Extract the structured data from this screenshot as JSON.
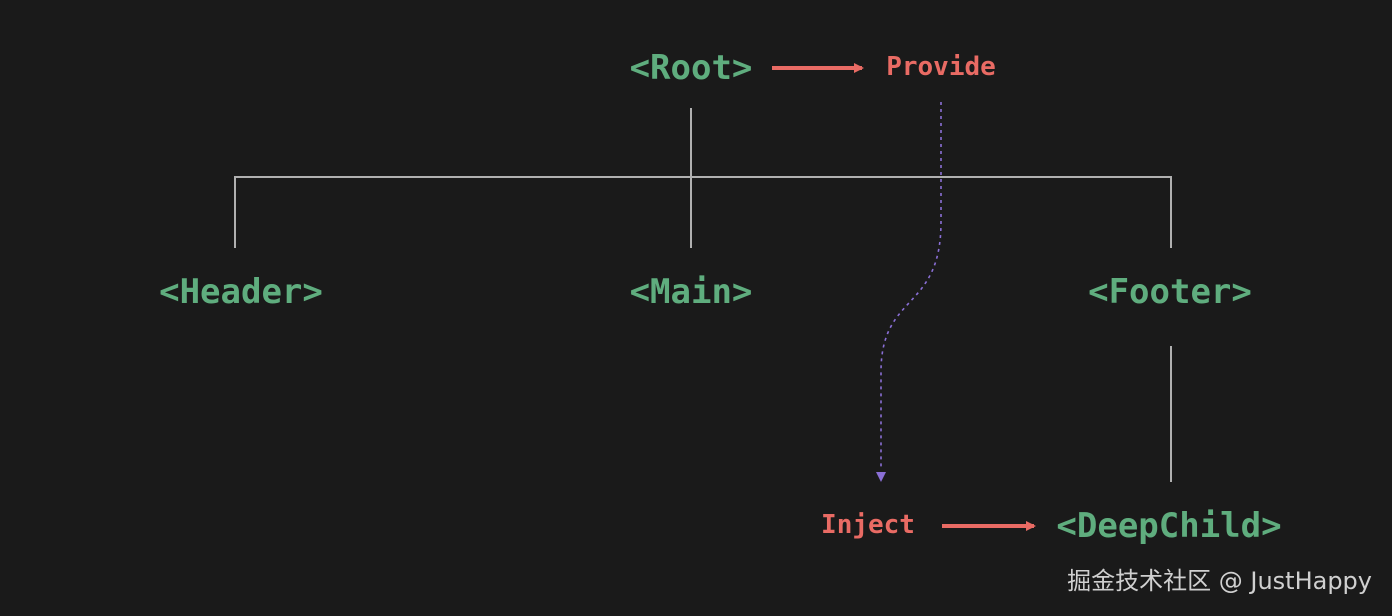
{
  "colors": {
    "background": "#1a1a1a",
    "component": "#5fad7e",
    "accent": "#e96b64",
    "tree_line": "#b0b0b0",
    "inject_path": "#8a6fd6",
    "watermark": "#d0d0d0"
  },
  "nodes": {
    "root": "<Root>",
    "header": "<Header>",
    "main": "<Main>",
    "footer": "<Footer>",
    "deepchild": "<DeepChild>"
  },
  "labels": {
    "provide": "Provide",
    "inject": "Inject"
  },
  "watermark": "掘金技术社区 @ JustHappy"
}
